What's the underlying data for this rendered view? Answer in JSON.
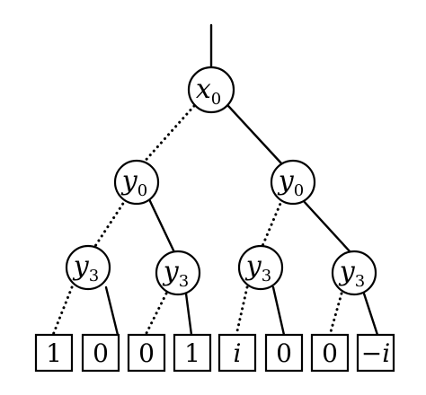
{
  "nodes": {
    "root": {
      "var": "x",
      "sub": "0"
    },
    "y0_left": {
      "var": "y",
      "sub": "0"
    },
    "y0_right": {
      "var": "y",
      "sub": "0"
    },
    "y3_1": {
      "var": "y",
      "sub": "3"
    },
    "y3_2": {
      "var": "y",
      "sub": "3"
    },
    "y3_3": {
      "var": "y",
      "sub": "3"
    },
    "y3_4": {
      "var": "y",
      "sub": "3"
    }
  },
  "leaves": [
    {
      "text": "1"
    },
    {
      "text": "0"
    },
    {
      "text": "0"
    },
    {
      "text": "1"
    },
    {
      "text": "i"
    },
    {
      "text": "0"
    },
    {
      "text": "0"
    },
    {
      "text": "−i"
    }
  ]
}
